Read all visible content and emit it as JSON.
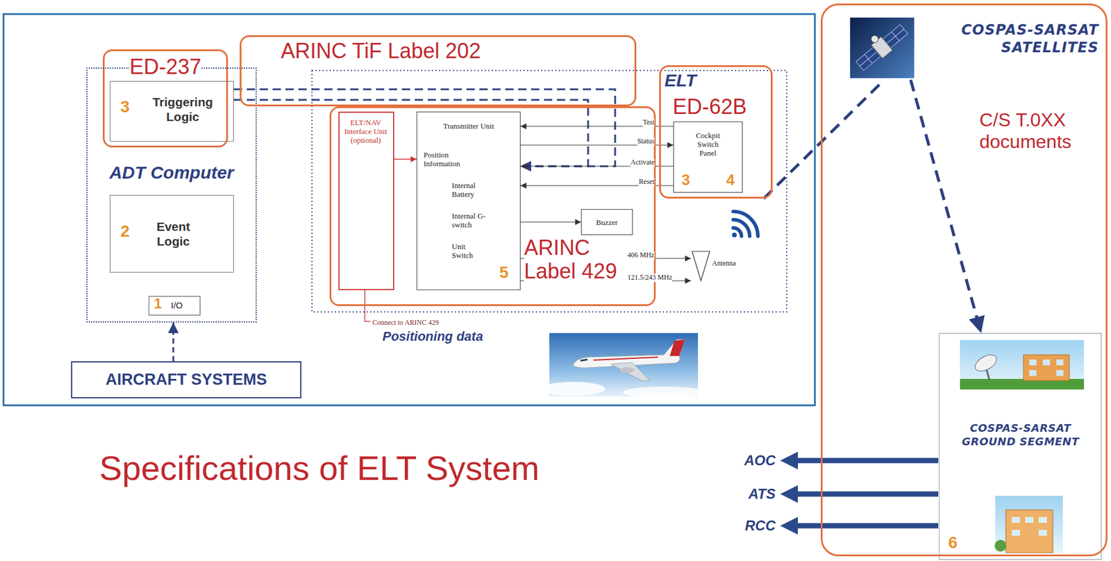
{
  "diagram": {
    "title": "Specifications of ELT System",
    "nodes": [
      {
        "text": [
          "ED-237"
        ]
      },
      {
        "text": [
          "ADT Computer"
        ]
      },
      {
        "text": [
          "Triggering Logic"
        ],
        "in": 1
      },
      {
        "text": [
          "Event Logic"
        ],
        "in": 1
      },
      {
        "text": [
          "I/O"
        ],
        "in": 1
      },
      {
        "text": [
          "AIRCRAFT SYSTEMS"
        ]
      },
      {
        "text": [
          "ARINC TiF Label 202"
        ]
      },
      {
        "text": [
          "ARINC Label 429"
        ]
      },
      {
        "text": [
          "ELT/NAV Interface Unit (optional)"
        ],
        "in": 7
      },
      {
        "text": [
          "Transmitter Unit",
          "Position Information",
          "Internal Battery",
          "Internal G-switch",
          "Unit Switch"
        ],
        "in": 7
      },
      {
        "text": [
          "ELT",
          "ED-62B"
        ]
      },
      {
        "text": [
          "Cockpit Switch Panel"
        ],
        "in": 10
      },
      {
        "text": [
          "Buzzer"
        ],
        "in": 7
      },
      {
        "text": [
          "Antenna"
        ]
      },
      {
        "text": [
          "C/S T.0XX documents"
        ]
      },
      {
        "text": [
          "COSPAS-SARSAT SATELLITES"
        ],
        "in": 14
      },
      {
        "text": [
          "COSPAS-SARSAT GROUND SEGMENT"
        ],
        "in": 14
      }
    ],
    "edges": [
      {
        "from": 5,
        "to": 1,
        "arrow": "to"
      },
      {
        "from": 2,
        "to": 9,
        "arrow": "to"
      },
      {
        "from": 2,
        "to": 9,
        "arrow": "none"
      },
      {
        "from": 8,
        "to": 9,
        "arrow": "to"
      },
      {
        "from": 11,
        "to": 9,
        "label": "Test",
        "arrow": "to"
      },
      {
        "from": 9,
        "to": 11,
        "label": "Status",
        "arrow": "to"
      },
      {
        "from": 11,
        "to": 9,
        "label": "Activate",
        "arrow": "to"
      },
      {
        "from": 11,
        "to": 9,
        "label": "Reset",
        "arrow": "to"
      },
      {
        "from": 9,
        "to": 12,
        "arrow": "to"
      },
      {
        "from": 9,
        "to": 13,
        "label": "406 MHz",
        "arrow": "to"
      },
      {
        "from": 9,
        "to": 13,
        "label": "121.5/243 MHz",
        "arrow": "to"
      },
      {
        "from": 10,
        "to": 15,
        "arrow": "none"
      },
      {
        "from": 15,
        "to": 16,
        "arrow": "to"
      }
    ],
    "labels": [
      "3",
      "3",
      "4",
      "2",
      "5",
      "1",
      "Connect to ARINC 429",
      "Positioning data",
      "AOC",
      "ATS",
      "RCC",
      "6"
    ]
  }
}
